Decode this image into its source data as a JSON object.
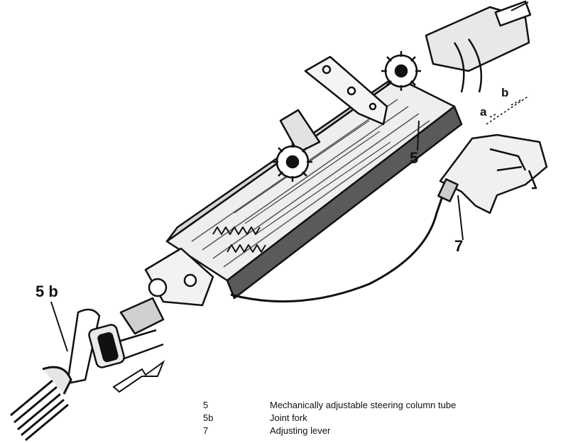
{
  "callouts": {
    "steering_tube": "5",
    "joint_fork": "5 b",
    "adjusting_lever": "7",
    "direction_a": "a",
    "direction_b": "b"
  },
  "legend": [
    {
      "number": "5",
      "text": "Mechanically adjustable steering column tube"
    },
    {
      "number": "5b",
      "text": "Joint fork"
    },
    {
      "number": "7",
      "text": "Adjusting lever"
    }
  ],
  "colors": {
    "ink": "#111111",
    "paper": "#ffffff",
    "shade": "#5a5a5a"
  }
}
